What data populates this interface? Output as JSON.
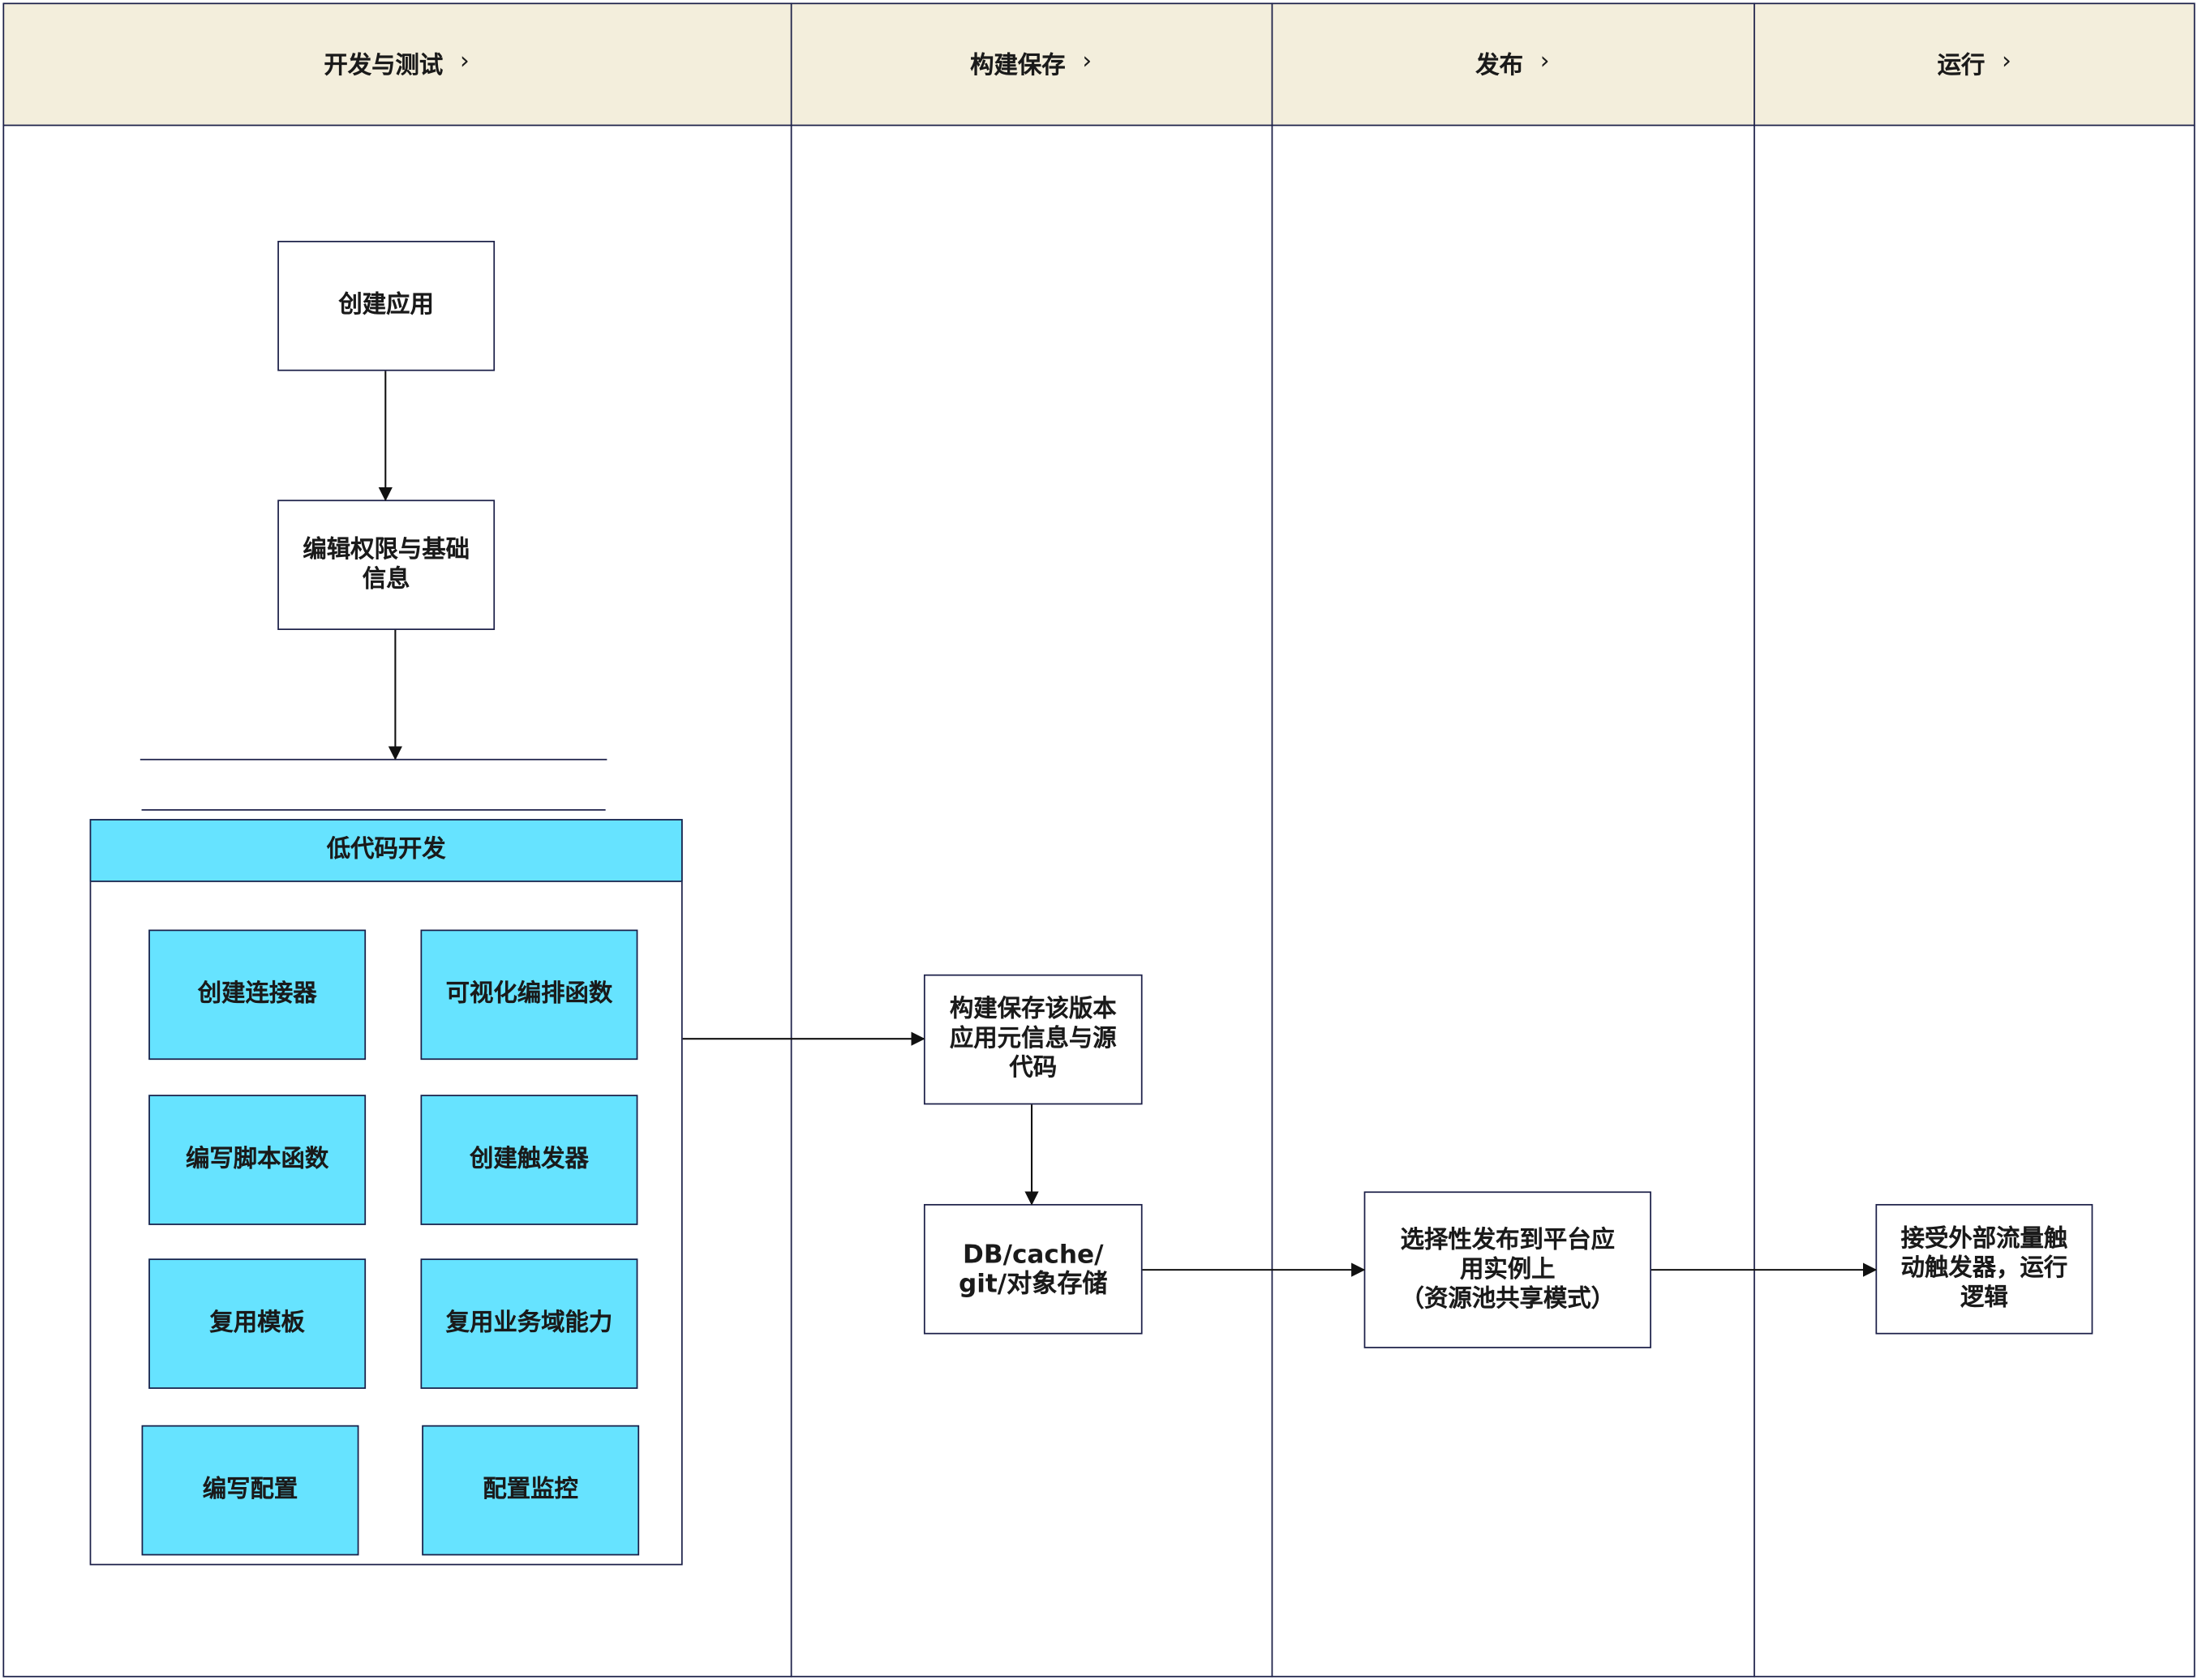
{
  "lanes": [
    {
      "label": "开发与测试",
      "chevron": "›"
    },
    {
      "label": "构建保存",
      "chevron": "›"
    },
    {
      "label": "发布",
      "chevron": "›"
    },
    {
      "label": "运行",
      "chevron": "›"
    }
  ],
  "nodes": {
    "create_app": "创建应用",
    "edit_perm": "编辑权限与基础\n信息",
    "lowcode_title": "低代码开发",
    "lowcode_items": [
      "创建连接器",
      "可视化编排函数",
      "编写脚本函数",
      "创建触发器",
      "复用模板",
      "复用业务域能力",
      "编写配置",
      "配置监控"
    ],
    "build_save": "构建保存该版本\n应用元信息与源\n代码",
    "storage": "DB/cache/\ngit/对象存储",
    "publish": "选择性发布到平台应\n用实例上\n（资源池共享模式）",
    "run": "接受外部流量触\n动触发器，运行\n逻辑"
  },
  "colors": {
    "header_bg": "#f3eedc",
    "accent": "#66e3ff",
    "border": "#1b1f48"
  }
}
